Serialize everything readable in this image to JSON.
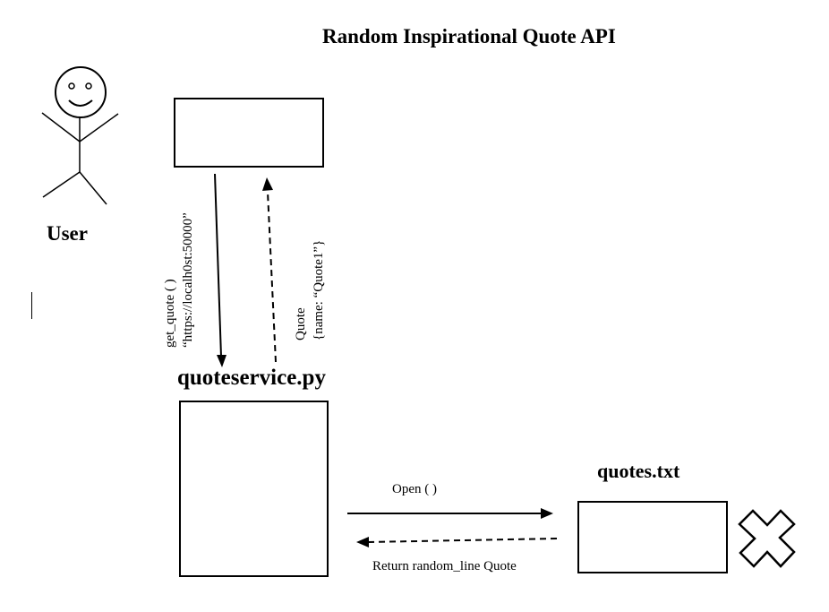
{
  "title": "Random Inspirational Quote API",
  "user": {
    "label": "User"
  },
  "request": {
    "line1": "get_quote ( )",
    "line2": "“https://localh0st:50000”"
  },
  "response": {
    "line1": "Quote",
    "line2": "{name: “Quote1”}"
  },
  "service": {
    "label": "quoteservice.py"
  },
  "file": {
    "label": "quotes.txt"
  },
  "file_open": {
    "label": "Open ( )"
  },
  "file_return": {
    "label": "Return random_line Quote"
  },
  "icons": {
    "user": "stick-figure-icon",
    "x_mark": "x-mark-icon"
  }
}
